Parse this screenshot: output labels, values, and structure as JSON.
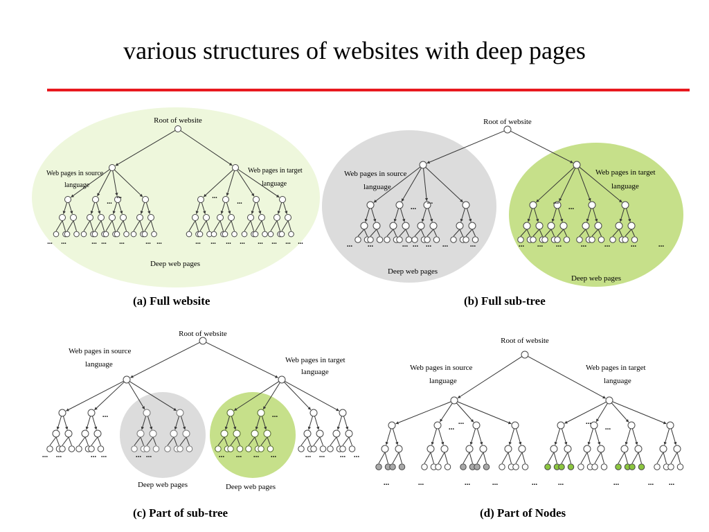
{
  "title": "various structures of websites with deep pages",
  "colors": {
    "rule": "#e8191f",
    "edge": "#333333",
    "node_stroke": "#444444",
    "node_fill": "#ffffff",
    "gray_region": "#dcdcdc",
    "green_region": "#c6e08a",
    "light_green_region": "#eef7dc",
    "gray_node": "#a9a9a9",
    "green_node": "#8cc63f"
  },
  "labels": {
    "root": "Root of website",
    "source": [
      "Web pages in source",
      "language"
    ],
    "target": [
      "Web pages in target",
      "language"
    ],
    "deep": "Deep web pages",
    "ellipsis": "..."
  },
  "panels": [
    {
      "id": "a",
      "caption": "(a) Full website"
    },
    {
      "id": "b",
      "caption": "(b) Full sub-tree"
    },
    {
      "id": "c",
      "caption": "(c) Part of sub-tree"
    },
    {
      "id": "d",
      "caption": "(d) Part of Nodes"
    }
  ]
}
